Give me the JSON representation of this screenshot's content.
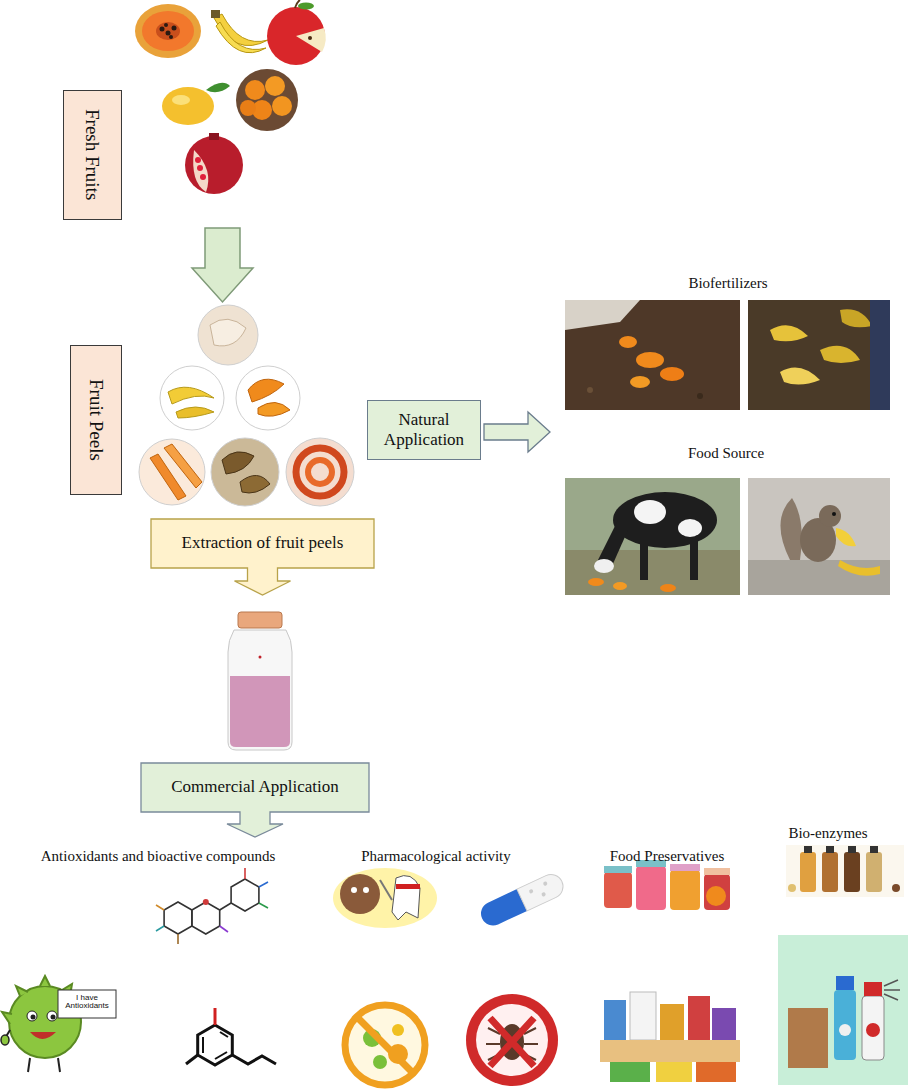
{
  "diagram": {
    "nodes": [
      {
        "text": [
          "Fresh Fruits"
        ]
      },
      {
        "text": [
          "Fruit Peels"
        ]
      },
      {
        "text": [
          "Natural Application"
        ]
      },
      {
        "text": [
          "Extraction of fruit peels"
        ]
      },
      {
        "text": [
          "Commercial Application"
        ]
      }
    ],
    "labels": [
      "Biofertilizers",
      "Food Source",
      "Antioxidants and bioactive compounds",
      "Pharmacological activity",
      "Food Preservatives",
      "Bio-enzymes",
      "I have Antioxidants"
    ]
  }
}
